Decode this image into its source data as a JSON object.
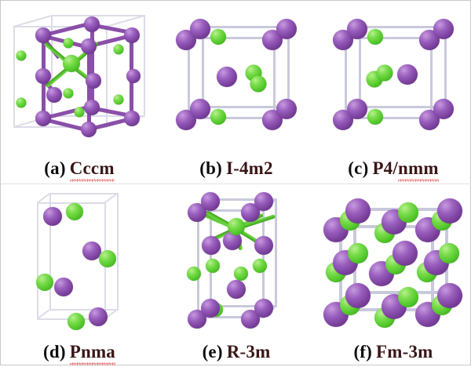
{
  "figure": {
    "kind": "crystal-structure-panel-figure",
    "panel_count": 6,
    "colors": {
      "purple_atom": "#7a409c",
      "green_atom": "#4fc528",
      "cell_edge": "#c9c9dc",
      "bond_purple": "#7a3f9c",
      "bond_green": "#54c22c",
      "caption_tag": "#0d0d0d",
      "caption_name": "#3a1616",
      "spellcheck_underline": "#e03030",
      "background": "#ffffff",
      "border": "#c9c9c9"
    }
  },
  "panels": [
    {
      "id": "a",
      "tag": "(a)",
      "name": "Cccm",
      "spellcheck_underline": true,
      "cell_type": "orthorhombic",
      "description": "purple framework with central green atom bonded to four purple atoms, scattered green spheres",
      "purple_atom_count": 12,
      "green_atom_count": 7
    },
    {
      "id": "b",
      "tag": "(b)",
      "name": "I-4m2",
      "spellcheck_underline": false,
      "cell_type": "tetragonal",
      "description": "cube with purple corner pairs, green atoms on top and bottom edges, purple plus two green atoms at centre",
      "purple_atom_count": 9,
      "green_atom_count": 4
    },
    {
      "id": "c",
      "tag": "(c)",
      "name": "P4/nmm",
      "spellcheck_underline": true,
      "underline_from": "nmm",
      "cell_type": "tetragonal",
      "description": "cube with purple corner pairs, green edge atoms, two green plus one purple at centre",
      "purple_atom_count": 9,
      "green_atom_count": 4
    },
    {
      "id": "d",
      "tag": "(d)",
      "name": "Pnma",
      "spellcheck_underline": true,
      "cell_type": "orthorhombic-tall",
      "description": "tall empty box with four purple-green atom pairs arranged diagonally",
      "purple_atom_count": 4,
      "green_atom_count": 4
    },
    {
      "id": "e",
      "tag": "(e)",
      "name": "R-3m",
      "spellcheck_underline": false,
      "cell_type": "rhombohedral-tall",
      "description": "tall cell, green atom octahedrally bonded to six purple atoms, green layer below",
      "purple_atom_count": 13,
      "green_atom_count": 6
    },
    {
      "id": "f",
      "tag": "(f)",
      "name": "Fm-3m",
      "spellcheck_underline": false,
      "cell_type": "cubic-fcc",
      "description": "rock-salt style cube with nine purple-green clusters in a three by three arrangement",
      "purple_atom_count": 18,
      "green_atom_count": 12
    }
  ]
}
